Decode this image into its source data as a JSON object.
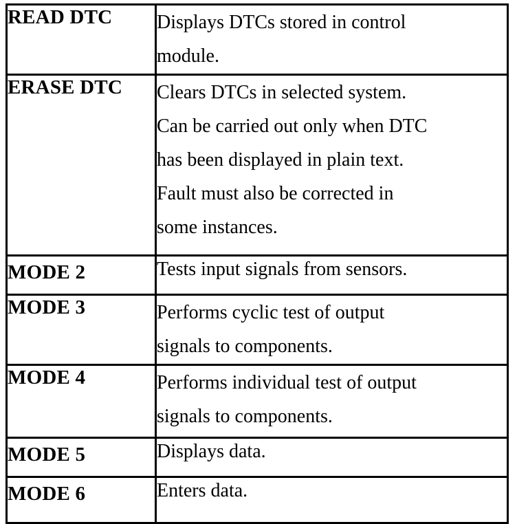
{
  "document": {
    "type": "reference-table",
    "colors": {
      "background": "#ffffff",
      "text": "#000000",
      "border": "#000000"
    },
    "rows": [
      {
        "mode": "READ DTC",
        "description_lines": [
          "Displays DTCs stored in control",
          "module."
        ]
      },
      {
        "mode": "ERASE DTC",
        "description_lines": [
          "Clears DTCs in selected system.",
          "Can be carried out only when DTC",
          "has been displayed in plain text.",
          "Fault must also be corrected in",
          "some instances."
        ]
      },
      {
        "mode": "MODE 2",
        "description_lines": [
          "Tests input signals from sensors."
        ]
      },
      {
        "mode": "MODE 3",
        "description_lines": [
          "Performs cyclic test of output",
          "signals to components."
        ]
      },
      {
        "mode": "MODE 4",
        "description_lines": [
          "Performs individual test of output",
          "signals to components."
        ]
      },
      {
        "mode": "MODE 5",
        "description_lines": [
          "Displays data."
        ]
      },
      {
        "mode": "MODE 6",
        "description_lines": [
          "Enters data."
        ]
      }
    ]
  }
}
